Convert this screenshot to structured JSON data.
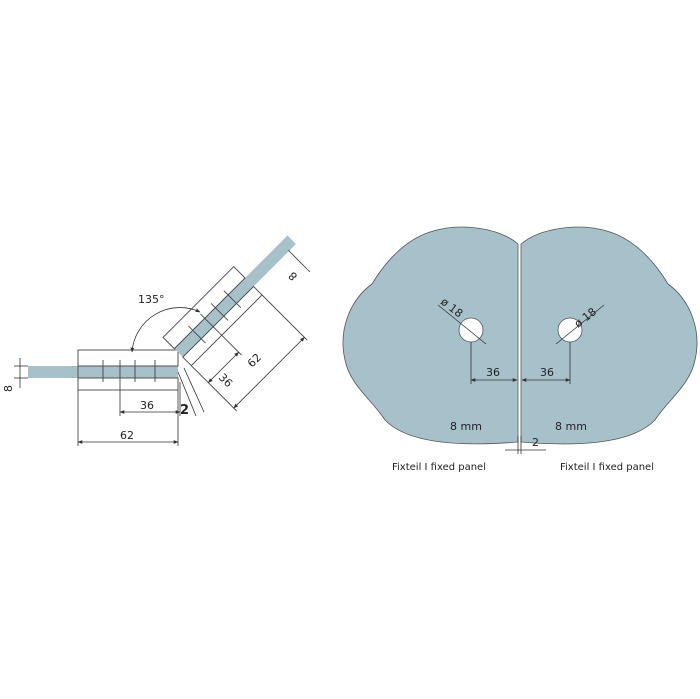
{
  "colors": {
    "glass": "#a7c1ca",
    "line": "#333333",
    "background": "#ffffff"
  },
  "side_view": {
    "angle_label": "135°",
    "thickness_left": "8",
    "thickness_right": "8",
    "hole_distance_left": "36",
    "hinge_length_left": "62",
    "gap": "2",
    "hole_distance_right": "36",
    "hinge_length_right": "62"
  },
  "front_view": {
    "left_panel": {
      "hole_diameter": "ø 18",
      "hole_distance": "36",
      "thickness": "8 mm",
      "caption": "Fixteil I fixed panel"
    },
    "right_panel": {
      "hole_diameter": "ø 18",
      "hole_distance": "36",
      "thickness": "8 mm",
      "caption": "Fixteil I fixed panel"
    },
    "gap": "2"
  }
}
